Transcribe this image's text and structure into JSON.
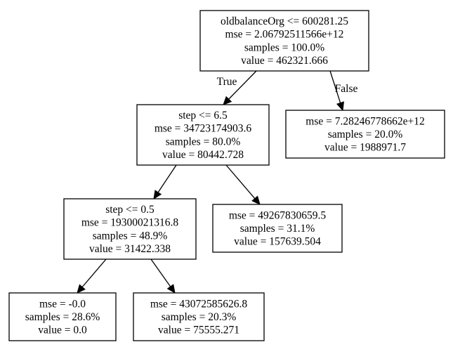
{
  "tree": {
    "nodes": [
      {
        "id": "n0",
        "lines": [
          "oldbalanceOrg <= 600281.25",
          "mse = 2.06792511566e+12",
          "samples = 100.0%",
          "value = 462321.666"
        ]
      },
      {
        "id": "n1",
        "lines": [
          "step <= 6.5",
          "mse = 34723174903.6",
          "samples = 80.0%",
          "value = 80442.728"
        ]
      },
      {
        "id": "n2",
        "lines": [
          "mse = 7.28246778662e+12",
          "samples = 20.0%",
          "value = 1988971.7"
        ]
      },
      {
        "id": "n3",
        "lines": [
          "step <= 0.5",
          "mse = 19300021316.8",
          "samples = 48.9%",
          "value = 31422.338"
        ]
      },
      {
        "id": "n4",
        "lines": [
          "mse = 49267830659.5",
          "samples = 31.1%",
          "value = 157639.504"
        ]
      },
      {
        "id": "n5",
        "lines": [
          "mse = -0.0",
          "samples = 28.6%",
          "value = 0.0"
        ]
      },
      {
        "id": "n6",
        "lines": [
          "mse = 43072585626.8",
          "samples = 20.3%",
          "value = 75555.271"
        ]
      }
    ],
    "edges": [
      {
        "from": "n0",
        "to": "n1",
        "label": "True"
      },
      {
        "from": "n0",
        "to": "n2",
        "label": "False"
      },
      {
        "from": "n1",
        "to": "n3",
        "label": ""
      },
      {
        "from": "n1",
        "to": "n4",
        "label": ""
      },
      {
        "from": "n3",
        "to": "n5",
        "label": ""
      },
      {
        "from": "n3",
        "to": "n6",
        "label": ""
      }
    ]
  }
}
